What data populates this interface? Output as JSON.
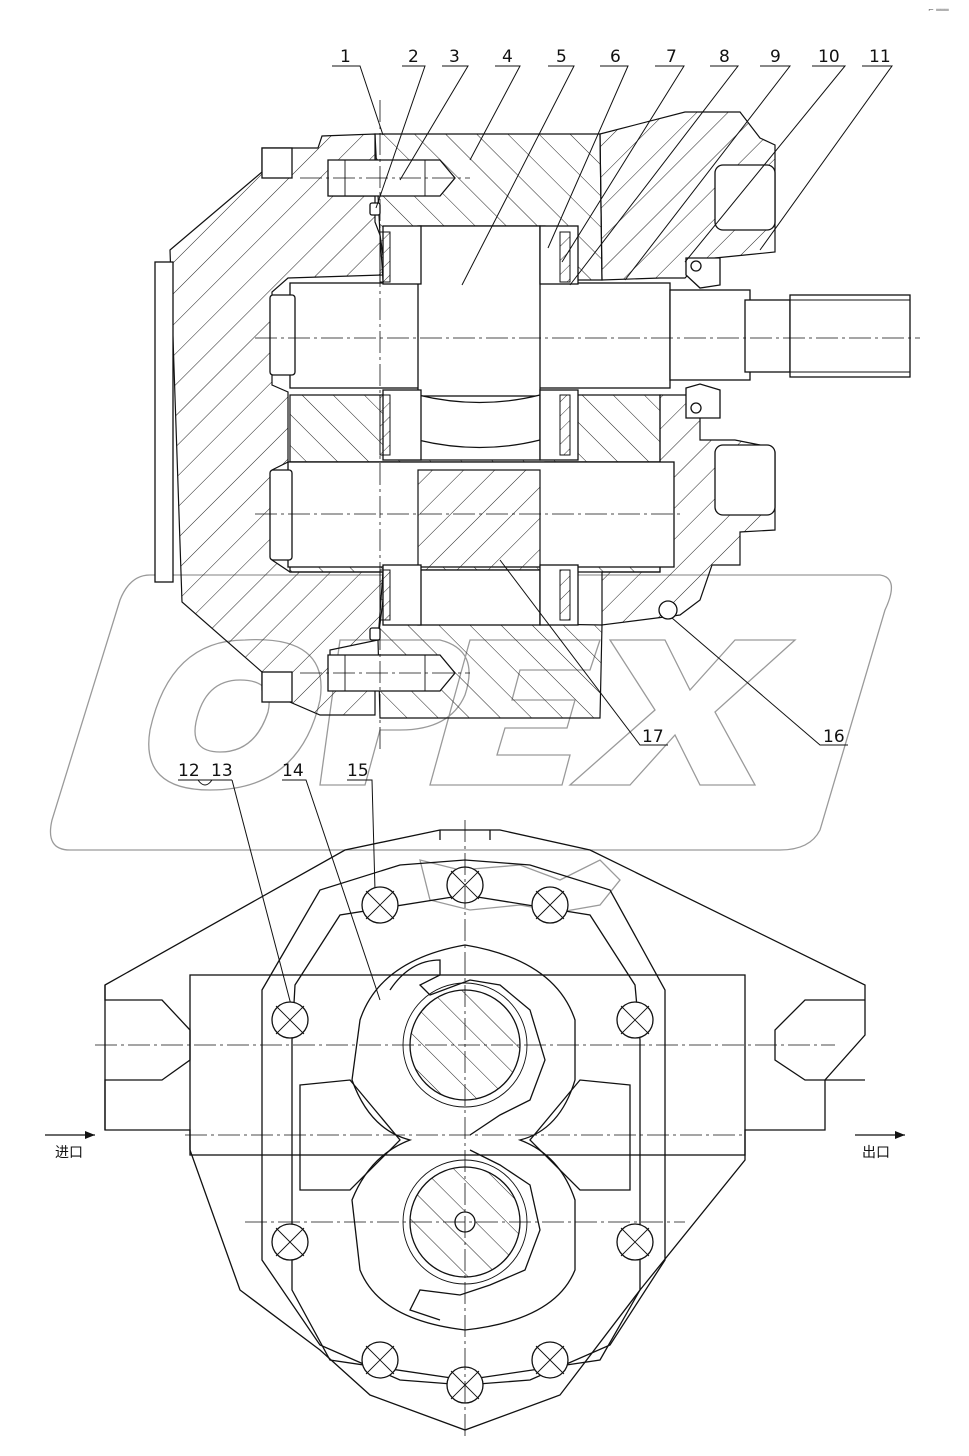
{
  "corner_mark": "⌐ ═══",
  "part_numbers": [
    "1",
    "2",
    "3",
    "4",
    "5",
    "6",
    "7",
    "8",
    "9",
    "10",
    "11",
    "12",
    "13",
    "14",
    "15",
    "16",
    "17"
  ],
  "ports": {
    "inlet": "进口",
    "outlet": "出口"
  },
  "colors": {
    "line": "#111111",
    "watermark": "#9a9a9a",
    "background": "#ffffff"
  }
}
